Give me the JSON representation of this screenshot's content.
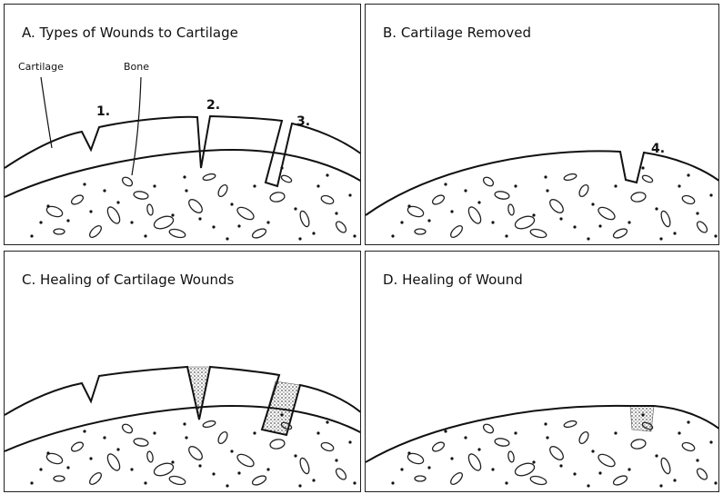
{
  "panels": {
    "a": {
      "title": "A. Types of Wounds to Cartilage",
      "labels": {
        "cartilage": "Cartilage",
        "bone": "Bone"
      },
      "wounds": [
        "1.",
        "2.",
        "3."
      ]
    },
    "b": {
      "title": "B. Cartilage Removed",
      "wound": "4."
    },
    "c": {
      "title": "C. Healing of Cartilage Wounds"
    },
    "d": {
      "title": "D. Healing of Wound"
    }
  },
  "colors": {
    "line": "#111111",
    "fill_tissue": "#9a9a9a"
  }
}
